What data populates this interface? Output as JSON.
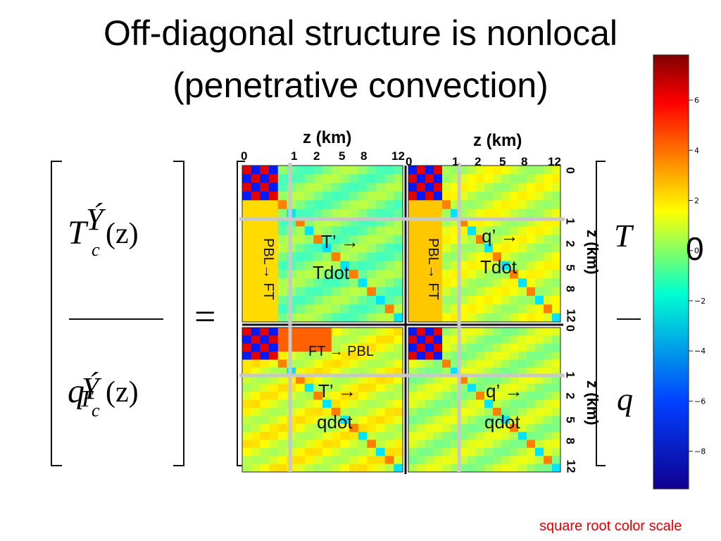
{
  "slide": {
    "title_line1": "Off-diagonal structure is nonlocal",
    "title_line2": "(penetrative convection)",
    "caption": "square root color scale"
  },
  "equation": {
    "lhs_top_symbol": "T",
    "lhs_top_sub": "c",
    "lhs_top_arg": "(z)",
    "lhs_top_overlay": "Ý",
    "lhs_top_accent": "Ý",
    "lhs_bottom_symbol": "q",
    "lhs_bottom_sub": "c",
    "lhs_bottom_arg": "(z)",
    "lhs_bottom_overlay": "Ý",
    "lhs_bottom_overlay2": "T",
    "equals": "=",
    "rhs_top": "T",
    "rhs_bottom": "q",
    "rhs_zero": "0"
  },
  "matrix": {
    "top_axis_label": "z (km)",
    "top_axis_label2": "z (km)",
    "top_ticks_left": [
      "0",
      "1",
      "2",
      "5",
      "8",
      "12"
    ],
    "top_ticks_right": [
      "0",
      "1",
      "2",
      "5",
      "8",
      "12"
    ],
    "right_axis_label_top": "z (km)",
    "right_axis_label_bottom": "z (km)",
    "right_ticks_top": [
      "0",
      "1",
      "2",
      "5",
      "8",
      "12"
    ],
    "right_ticks_bottom": [
      "0",
      "1",
      "2",
      "5",
      "8",
      "12"
    ],
    "labels": {
      "pbl_ft_left": "PBL→ FT",
      "pbl_ft_right": "PBL→ FT",
      "t_to_tdot_1": "T’ →",
      "t_to_tdot_2": "Tdot",
      "q_to_tdot_1": "q’ →",
      "q_to_tdot_2": "Tdot",
      "ft_to_pbl": "FT → PBL",
      "t_to_qdot_1": "T’ →",
      "t_to_qdot_2": "qdot",
      "q_to_qdot_1": "q’ →",
      "q_to_qdot_2": "qdot"
    }
  },
  "colorbar": {
    "ticks": [
      "6",
      "4",
      "2",
      "0",
      "−2",
      "−4",
      "−6",
      "−8"
    ],
    "tick_values": [
      6,
      4,
      2,
      0,
      -2,
      -4,
      -6,
      -8
    ],
    "min": -9.5,
    "max": 7.8
  },
  "colors": {
    "caption": "#e00000",
    "background_green": "#8cf07a"
  }
}
